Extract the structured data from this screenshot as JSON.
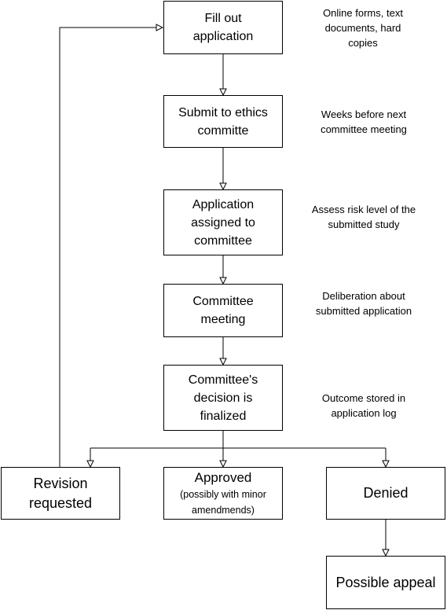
{
  "steps": {
    "fill_out": "Fill out application",
    "submit": "Submit to ethics committe",
    "assigned": "Application assigned to committee",
    "meeting": "Committee meeting",
    "decision": "Committee's decision is finalized"
  },
  "outcomes": {
    "revision": "Revision requested",
    "approved": "Approved",
    "approved_note": "(possibly with minor amendmends)",
    "denied": "Denied",
    "appeal": "Possible appeal"
  },
  "notes": {
    "fill_out": "Online forms, text documents, hard copies",
    "submit": "Weeks before next committee meeting",
    "assigned": "Assess risk level of the submitted study",
    "meeting": "Deliberation about submitted application",
    "decision": "Outcome stored in application log"
  }
}
